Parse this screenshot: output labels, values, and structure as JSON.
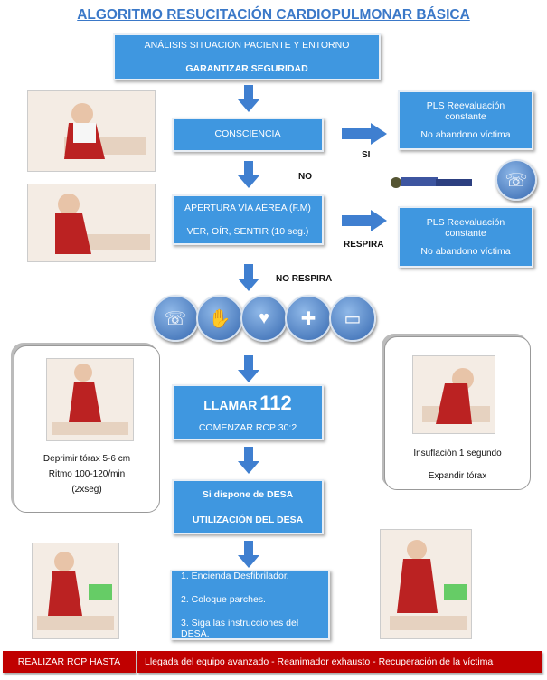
{
  "title": "ALGORITMO RESUCITACIÓN CARDIOPULMONAR BÁSICA",
  "box_analysis": {
    "line1": "ANÁLISIS SITUACIÓN PACIENTE Y ENTORNO",
    "line2": "GARANTIZAR SEGURIDAD"
  },
  "box_conscience": "CONSCIENCIA",
  "label_si": "SI",
  "label_no": "NO",
  "pls1": {
    "line1": "PLS Reevaluación constante",
    "line2": "No abandono víctima"
  },
  "box_airway": {
    "line1": "APERTURA VÍA AÉREA (F.M)",
    "line2": "VER, OÍR, SENTIR (10 seg.)"
  },
  "label_respira": "RESPIRA",
  "pls2": {
    "line1": "PLS Reevaluación constante",
    "line2": "No abandono víctima"
  },
  "label_no_respira": "NO RESPIRA",
  "icons": [
    "phone-icon",
    "hand-icon",
    "defibrillator-heart-icon",
    "ambulance-icon",
    "monitor-icon"
  ],
  "box_call": {
    "llamar": "LLAMAR",
    "number": "112",
    "line2": "COMENZAR RCP 30:2"
  },
  "left_card": {
    "line1": "Deprimir tórax 5-6 cm",
    "line2": "Ritmo 100-120/min",
    "line3": "(2xseg)"
  },
  "right_card": {
    "line1": "Insuflación 1 segundo",
    "line2": "Expandir tórax"
  },
  "box_desa": {
    "line1": "Si dispone de DESA",
    "line2": "UTILIZACIÓN  DEL DESA"
  },
  "steps": [
    "1.  Encienda Desfibrilador.",
    "2. Coloque parches.",
    "3. Siga las instrucciones del DESA."
  ],
  "footer": {
    "left": "REALIZAR RCP HASTA",
    "right": "Llegada del equipo avanzado - Reanimador exhausto - Recuperación de la víctima"
  },
  "colors": {
    "box": "#3f97e0",
    "title": "#3a78c8",
    "footer": "#c00000"
  }
}
